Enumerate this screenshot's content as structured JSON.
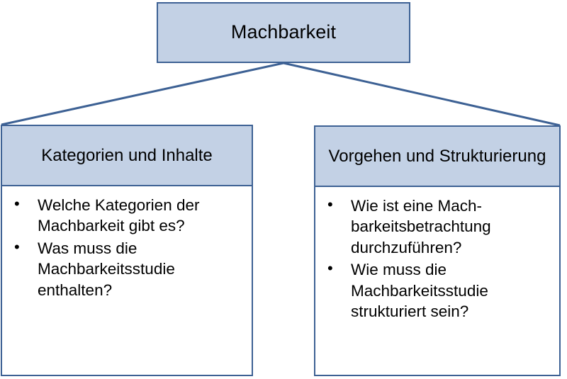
{
  "diagram": {
    "type": "hierarchy-tree",
    "title": "Machbarkeit",
    "colors": {
      "header_fill": "#C3D1E5",
      "border": "#3D6194",
      "body_fill": "#FFFFFF",
      "text": "#000000",
      "connector": "#3D6194"
    },
    "root": {
      "label": "Machbarkeit"
    },
    "children": [
      {
        "header": "Kategorien und Inhalte",
        "bullets": [
          "Welche Kategorien der Machbarkeit gibt es?",
          "Was muss die Machbarkeitsstudie enthalten?"
        ]
      },
      {
        "header": "Vorgehen und Strukturierung",
        "bullets": [
          "Wie ist eine Mach-barkeitsbetrachtung durchzuführen?",
          "Wie muss die Machbarkeitsstudie strukturiert sein?"
        ]
      }
    ]
  }
}
